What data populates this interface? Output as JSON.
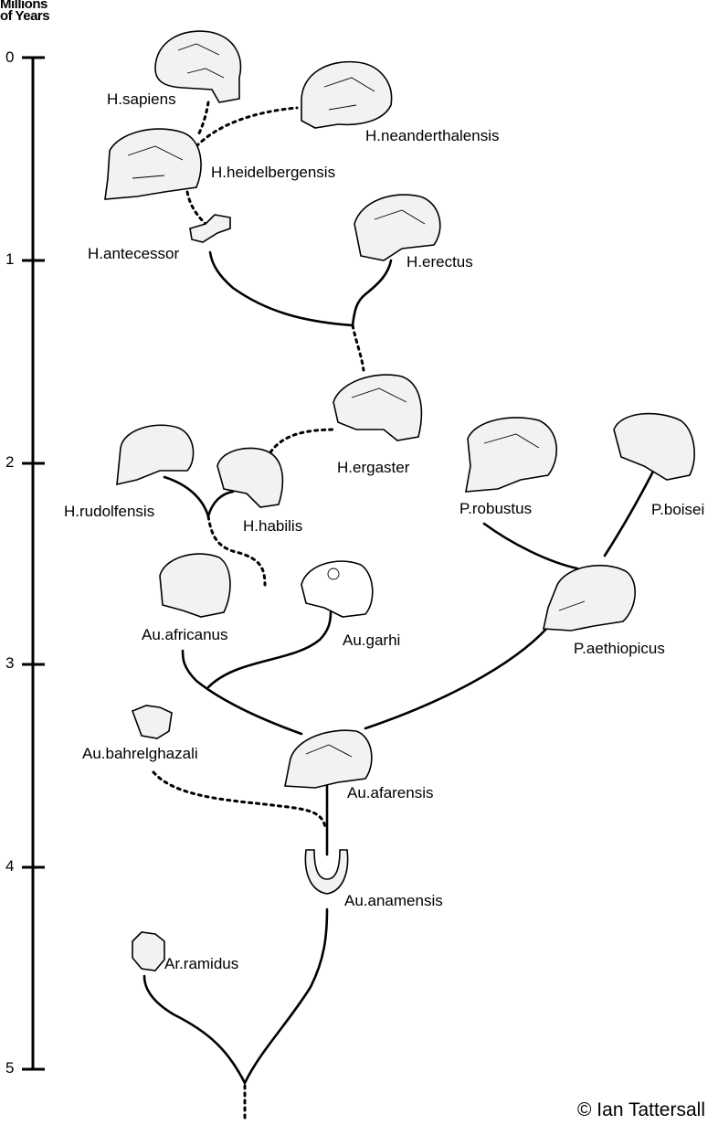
{
  "axis": {
    "title_line1": "Millions",
    "title_line2": "of Years",
    "ticks": [
      "0",
      "1",
      "2",
      "3",
      "4",
      "5"
    ]
  },
  "species": {
    "h_sapiens": "H.sapiens",
    "h_neanderthalensis": "H.neanderthalensis",
    "h_heidelbergensis": "H.heidelbergensis",
    "h_antecessor": "H.antecessor",
    "h_erectus": "H.erectus",
    "h_ergaster": "H.ergaster",
    "h_rudolfensis": "H.rudolfensis",
    "h_habilis": "H.habilis",
    "p_robustus": "P.robustus",
    "p_boisei": "P.boisei",
    "au_africanus": "Au.africanus",
    "au_garhi": "Au.garhi",
    "p_aethiopicus": "P.aethiopicus",
    "au_bahrelghazali": "Au.bahrelghazali",
    "au_afarensis": "Au.afarensis",
    "au_anamensis": "Au.anamensis",
    "ar_ramidus": "Ar.ramidus"
  },
  "copyright": "© Ian Tattersall"
}
